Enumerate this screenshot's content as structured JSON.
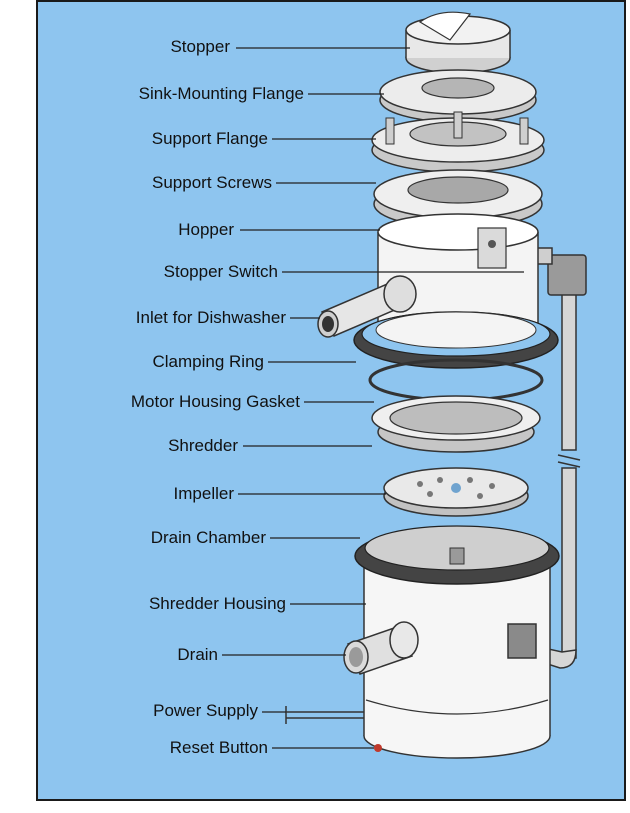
{
  "colors": {
    "background": "#8ec5ef",
    "frame": "#1a1a1a",
    "part_fill": "#f2f2f2",
    "part_shade": "#c9c9c9",
    "gasket": "#4a4a4a",
    "pipe": "#bdbdbd"
  },
  "labels": [
    {
      "id": "stopper",
      "text": "Stopper"
    },
    {
      "id": "sink-mounting-flange",
      "text": "Sink-Mounting Flange"
    },
    {
      "id": "support-flange",
      "text": "Support Flange"
    },
    {
      "id": "support-screws",
      "text": "Support Screws"
    },
    {
      "id": "hopper",
      "text": "Hopper"
    },
    {
      "id": "stopper-switch",
      "text": "Stopper Switch"
    },
    {
      "id": "inlet-for-dishwasher",
      "text": "Inlet for Dishwasher"
    },
    {
      "id": "clamping-ring",
      "text": "Clamping Ring"
    },
    {
      "id": "motor-housing-gasket",
      "text": "Motor Housing Gasket"
    },
    {
      "id": "shredder",
      "text": "Shredder"
    },
    {
      "id": "impeller",
      "text": "Impeller"
    },
    {
      "id": "drain-chamber",
      "text": "Drain Chamber"
    },
    {
      "id": "shredder-housing",
      "text": "Shredder Housing"
    },
    {
      "id": "drain",
      "text": "Drain"
    },
    {
      "id": "power-supply",
      "text": "Power Supply"
    },
    {
      "id": "reset-button",
      "text": "Reset Button"
    }
  ]
}
